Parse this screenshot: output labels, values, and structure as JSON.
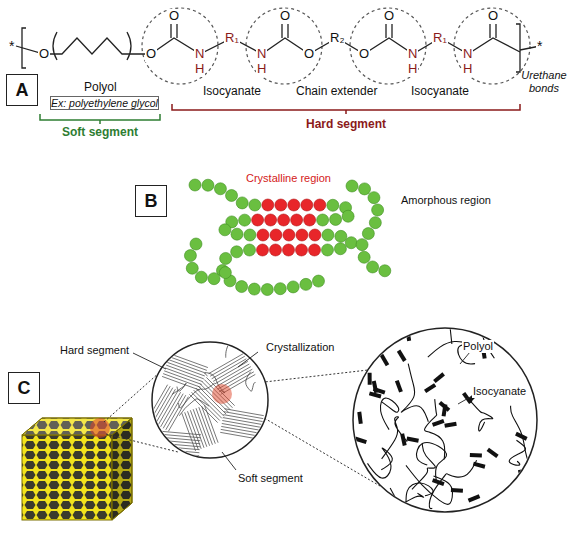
{
  "diagram": {
    "nodes": [
      {
        "text": [
          "A"
        ]
      },
      {
        "text": [
          "B"
        ]
      },
      {
        "text": [
          "C"
        ]
      }
    ],
    "labels": [
      "*",
      "O",
      "O",
      "O",
      "N",
      "H",
      "R₁",
      "N",
      "H",
      "O",
      "O",
      "R₂",
      "O",
      "O",
      "N",
      "H",
      "R₁",
      "N",
      "H",
      "O",
      "*",
      "Polyol",
      "Ex: polyethylene glycol",
      "Soft segment",
      "Isocyanate",
      "Chain extender",
      "Isocyanate",
      "Urethane bonds",
      "Hard segment",
      "Crystalline region",
      "Amorphous region",
      "Hard segment",
      "Crystallization",
      "Polyol",
      "Isocyanate",
      "Soft segment"
    ]
  }
}
